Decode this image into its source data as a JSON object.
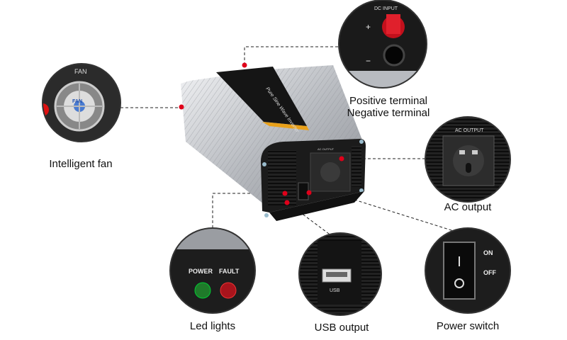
{
  "labels": {
    "fan": "Intelligent fan",
    "positive": "Positive terminal",
    "negative": "Negative terminal",
    "ac": "AC output",
    "led": "Led lights",
    "usb": "USB output",
    "switch": "Power switch"
  },
  "device": {
    "brand_text": "Pure Sine Wave Inverter",
    "ac_panel": "AC OUTPUT",
    "on": "ON",
    "off": "OFF"
  },
  "callouts": {
    "fan_text": "FAN",
    "fan_badge": "FAN",
    "dc_text": "DC INPUT",
    "plus": "+",
    "minus": "−",
    "ac_text": "AC OUTPUT",
    "power": "POWER",
    "fault": "FAULT",
    "usb": "USB",
    "on": "ON",
    "off": "OFF"
  },
  "colors": {
    "marker": "#e0001a",
    "dark": "#1c1c1c",
    "silver": "#c9ccd0"
  }
}
